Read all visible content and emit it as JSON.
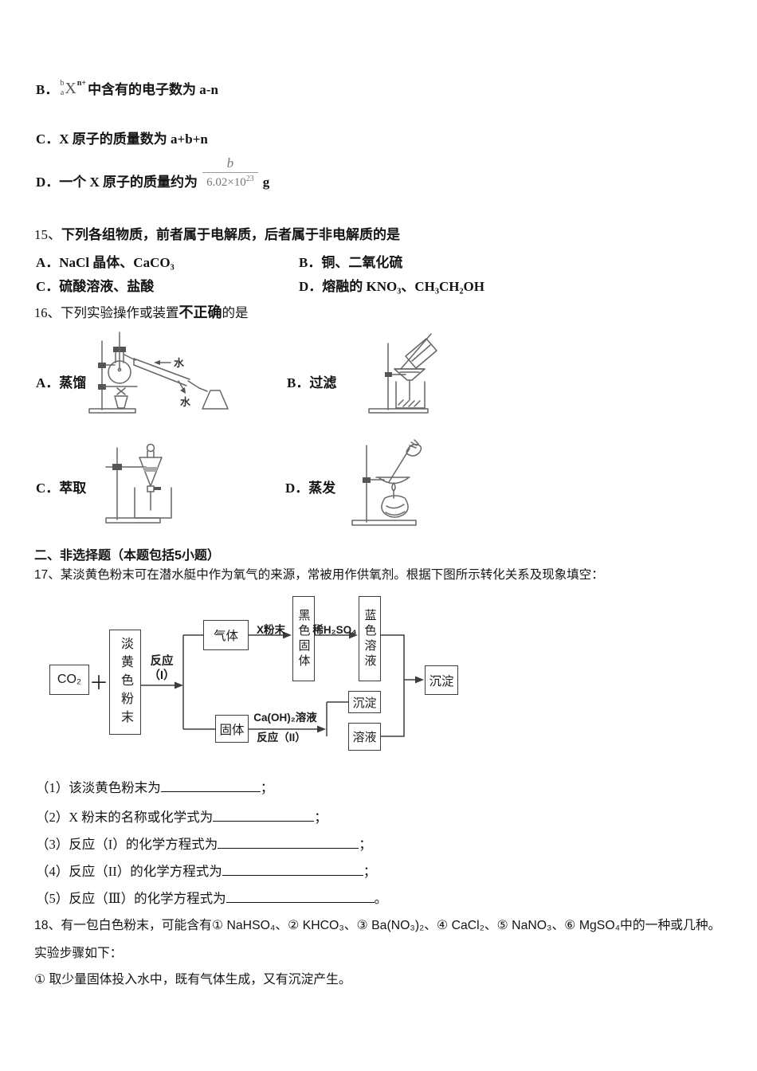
{
  "q14": {
    "b": {
      "label": "B．",
      "iso_sup": "b",
      "iso_sub": "a",
      "iso_symbol": "X",
      "iso_charge": "n+",
      "text": "中含有的电子数为 a-n"
    },
    "c": {
      "label": "C．",
      "text": "X 原子的质量数为 a+b+n"
    },
    "d": {
      "label": "D．",
      "text_before": "一个 X 原子的质量约为",
      "frac_num": "b",
      "frac_den_base": "6.02×10",
      "frac_den_exp": "23",
      "text_after": "g"
    }
  },
  "q15": {
    "number": "15、",
    "question": "下列各组物质，前者属于电解质，后者属于非电解质的是",
    "options": [
      {
        "label": "A．",
        "text": "NaCl 晶体、CaCO₃"
      },
      {
        "label": "B．",
        "text": "铜、二氧化硫"
      },
      {
        "label": "C．",
        "text": "硫酸溶液、盐酸"
      },
      {
        "label": "D．",
        "text": "熔融的 KNO₃、CH₃CH₂OH"
      }
    ]
  },
  "q16": {
    "number": "16、",
    "question_pre": "下列实验操作或装置",
    "question_em": "不正确",
    "question_post": "的是",
    "options": [
      {
        "label": "A．",
        "text": "蒸馏"
      },
      {
        "label": "B．",
        "text": "过滤"
      },
      {
        "label": "C．",
        "text": "萃取"
      },
      {
        "label": "D．",
        "text": "蒸发"
      }
    ],
    "water_label": "水"
  },
  "section2": {
    "title": "二、非选择题（本题包括5小题）"
  },
  "q17": {
    "number": "17、",
    "question": "某淡黄色粉末可在潜水艇中作为氧气的来源，常被用作供氧剂。根据下图所示转化关系及现象填空：",
    "flowchart": {
      "co2": "CO₂",
      "plus": "＋",
      "pale_yellow_powder": "淡黄色粉末",
      "reaction1_line1": "反应",
      "reaction1_line2": "（I）",
      "gas": "气体",
      "x_powder": "X粉末",
      "black_solid": "黑色固体",
      "dilute_h2so4": "稀H₂SO₄",
      "blue_solution": "蓝色溶液",
      "solid": "固体",
      "caoh2_solution": "Ca(OH)₂溶液",
      "reaction2": "反应（II）",
      "precipitate": "沉淀",
      "solution": "溶液",
      "final_precipitate": "沉淀"
    },
    "blanks": [
      {
        "text": "（1）该淡黄色粉末为",
        "tail": "；"
      },
      {
        "text": "（2）X 粉末的名称或化学式为",
        "tail": "；"
      },
      {
        "text": "（3）反应（I）的化学方程式为",
        "tail": "；"
      },
      {
        "text": "（4）反应（II）的化学方程式为",
        "tail": "；"
      },
      {
        "text": "（5）反应（Ⅲ）的化学方程式为",
        "tail": "。"
      }
    ]
  },
  "q18": {
    "number": "18、",
    "question": "有一包白色粉末，可能含有① NaHSO₄、② KHCO₃、③ Ba(NO₃)₂、④ CaCl₂、⑤ NaNO₃、⑥ MgSO₄中的一种或几种。",
    "steps_intro": "实验步骤如下：",
    "step1": "① 取少量固体投入水中，既有气体生成，又有沉淀产生。"
  }
}
